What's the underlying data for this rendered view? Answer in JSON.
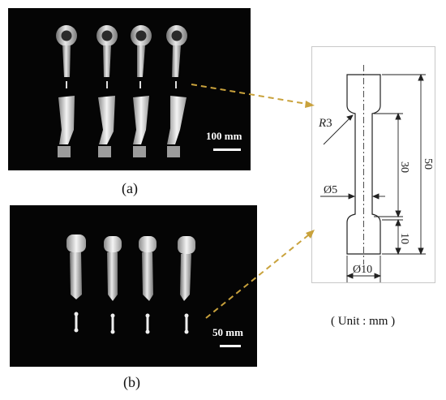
{
  "figure": {
    "caption_a": "(a)",
    "caption_b": "(b)",
    "scale_a": "100 mm",
    "scale_b": "50 mm",
    "unit_note": "( Unit : mm )"
  },
  "drawing": {
    "radius_label": "R3",
    "radius_italic_part": "R",
    "radius_value": "3",
    "gauge_diameter": "Ø5",
    "grip_diameter": "Ø10",
    "gauge_length": "30",
    "grip_length": "10",
    "total_length": "50"
  },
  "colors": {
    "photo_background": "#050505",
    "arrow": "#c9a23c",
    "drawing_line": "#222222"
  },
  "parts": {
    "a_count": 4,
    "b_count": 4
  }
}
